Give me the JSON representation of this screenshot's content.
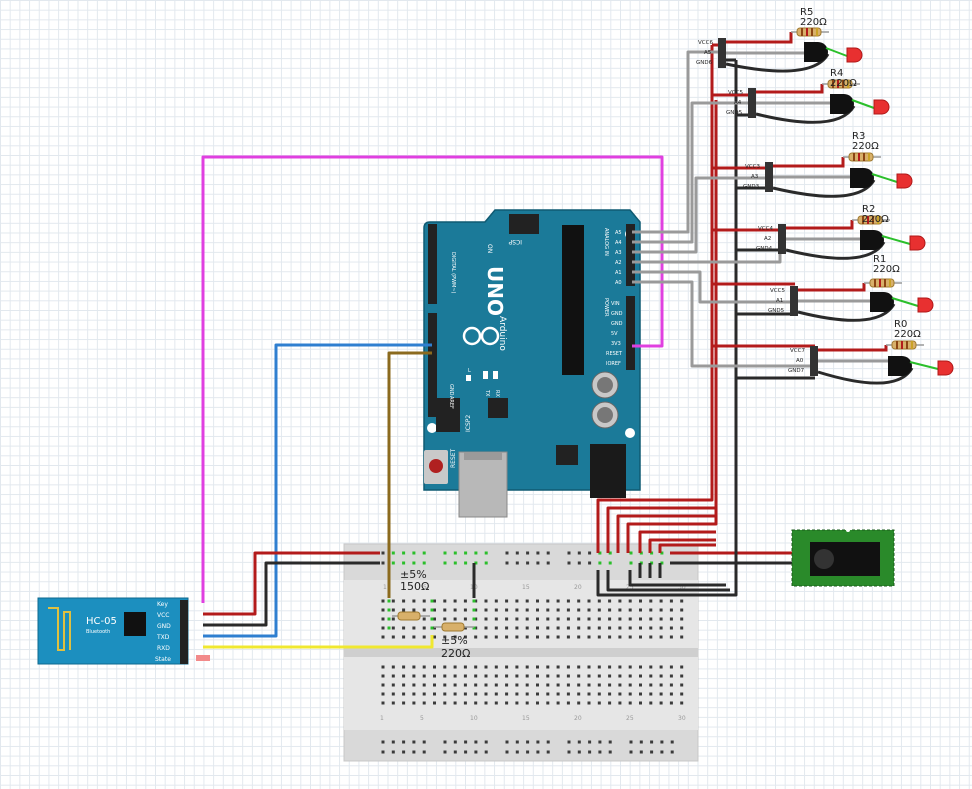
{
  "arduino": {
    "brand": "Arduino",
    "model": "UNO",
    "icsp": "ICSP",
    "icsp2": "ICSP2",
    "on": "ON",
    "reset": "RESET",
    "aref": "AREF",
    "digital": "DIGITAL (PWM~)",
    "analog": "ANALOG IN",
    "power": "POWER",
    "l": "L",
    "tx": "TX",
    "rx": "RX",
    "gnd": "GND",
    "analog_pins": [
      "A5",
      "A4",
      "A3",
      "A2",
      "A1",
      "A0"
    ],
    "power_pins": [
      "VIN",
      "GND",
      "GND",
      "5V",
      "3V3",
      "RESET",
      "IOREF"
    ]
  },
  "hc05": {
    "name": "HC-05",
    "sub": "Bluetooth",
    "pins": [
      "Key",
      "VCC",
      "GND",
      "TXD",
      "RXD",
      "State"
    ]
  },
  "breadboard": {
    "resistor1": {
      "tol": "±5%",
      "value": "150Ω"
    },
    "resistor2": {
      "tol": "±5%",
      "value": "220Ω"
    },
    "numbers": [
      "1",
      "5",
      "10",
      "15",
      "20",
      "25",
      "30"
    ],
    "side_numbers": [
      "1",
      "5",
      "10",
      "15",
      "20",
      "25",
      "30"
    ]
  },
  "sensors": [
    {
      "name": "R5",
      "value": "220Ω",
      "vcc": "VCC6",
      "a": "A5",
      "gnd": "GND6"
    },
    {
      "name": "R4",
      "value": "220Ω",
      "vcc": "VCC5",
      "a": "A4",
      "gnd": "GND5"
    },
    {
      "name": "R3",
      "value": "220Ω",
      "vcc": "VCC3",
      "a": "A3",
      "gnd": "GND3"
    },
    {
      "name": "R2",
      "value": "220Ω",
      "vcc": "VCC4",
      "a": "A2",
      "gnd": "GND4"
    },
    {
      "name": "R1",
      "value": "220Ω",
      "vcc": "VCC5",
      "a": "A1",
      "gnd": "GND5"
    },
    {
      "name": "R0",
      "value": "220Ω",
      "vcc": "VCC7",
      "a": "A0",
      "gnd": "GND7"
    }
  ],
  "colors": {
    "arduino": "#1b7a99",
    "hc05": "#1c8fbf",
    "wire_red": "#b31b1b",
    "wire_black": "#2a2a2a",
    "wire_gray": "#9a9a9a",
    "wire_magenta": "#e040e0",
    "wire_blue": "#2f7fd0",
    "wire_brown": "#8b6a1e",
    "wire_yellow": "#f0e830",
    "led": "#e83030",
    "jack": "#2a8a2a"
  }
}
